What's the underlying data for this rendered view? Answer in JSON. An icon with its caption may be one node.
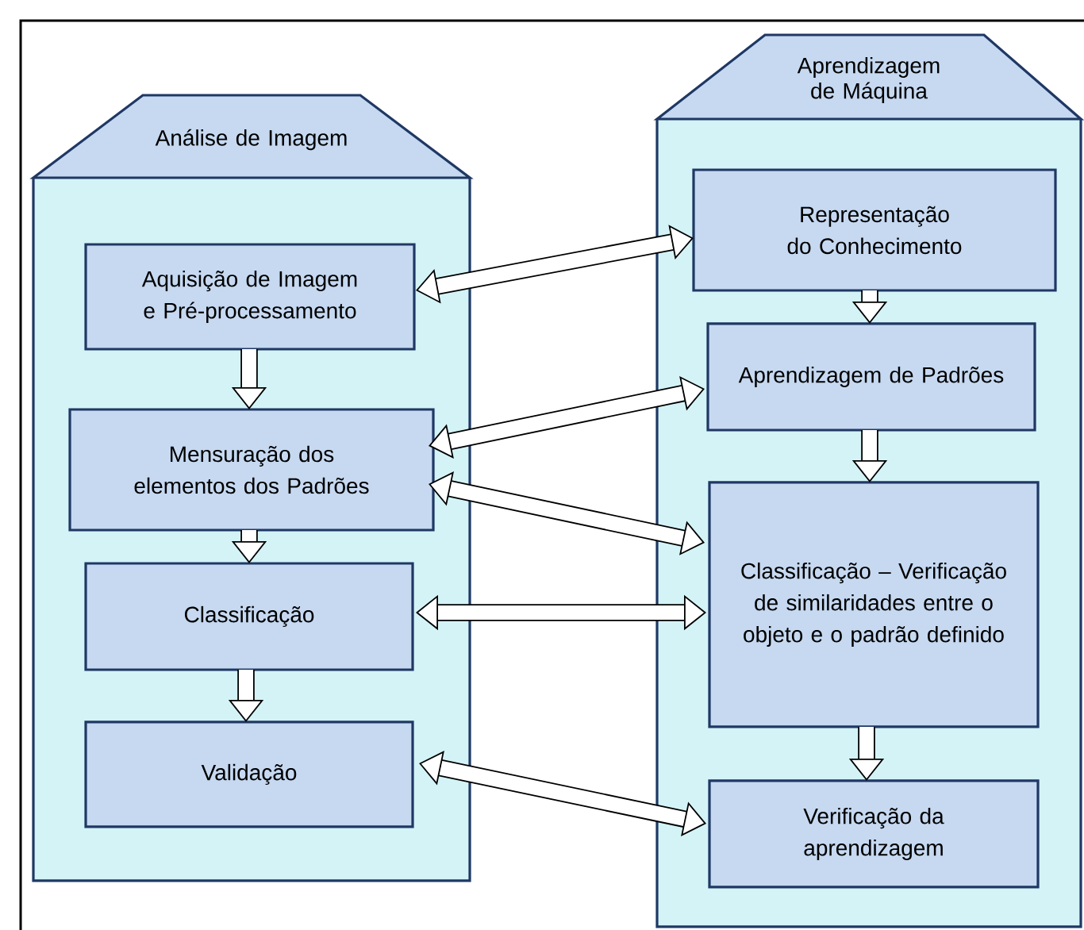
{
  "diagram": {
    "nodes": [
      {
        "text": [
          "Análise de Imagem"
        ]
      },
      {
        "text": [
          "Aquisição de Imagem e Pré-processamento"
        ],
        "in": 0
      },
      {
        "text": [
          "Mensuração dos elementos dos Padrões"
        ],
        "in": 0
      },
      {
        "text": [
          "Classificação"
        ],
        "in": 0
      },
      {
        "text": [
          "Validação"
        ],
        "in": 0
      },
      {
        "text": [
          "Aprendizagem de Máquina"
        ]
      },
      {
        "text": [
          "Representação do Conhecimento"
        ],
        "in": 5
      },
      {
        "text": [
          "Aprendizagem de Padrões"
        ],
        "in": 5
      },
      {
        "text": [
          "Classificação – Verificação de similaridades entre o objeto e o padrão definido"
        ],
        "in": 5
      },
      {
        "text": [
          "Verificação da aprendizagem"
        ],
        "in": 5
      }
    ],
    "edges": [
      {
        "from": 1,
        "to": 2,
        "arrow": "to"
      },
      {
        "from": 2,
        "to": 3,
        "arrow": "to"
      },
      {
        "from": 3,
        "to": 4,
        "arrow": "to"
      },
      {
        "from": 6,
        "to": 7,
        "arrow": "to"
      },
      {
        "from": 7,
        "to": 8,
        "arrow": "to"
      },
      {
        "from": 8,
        "to": 9,
        "arrow": "to"
      },
      {
        "from": 1,
        "to": 6,
        "arrow": "both"
      },
      {
        "from": 2,
        "to": 7,
        "arrow": "both"
      },
      {
        "from": 2,
        "to": 8,
        "arrow": "both"
      },
      {
        "from": 3,
        "to": 8,
        "arrow": "both"
      },
      {
        "from": 4,
        "to": 9,
        "arrow": "both"
      }
    ]
  }
}
